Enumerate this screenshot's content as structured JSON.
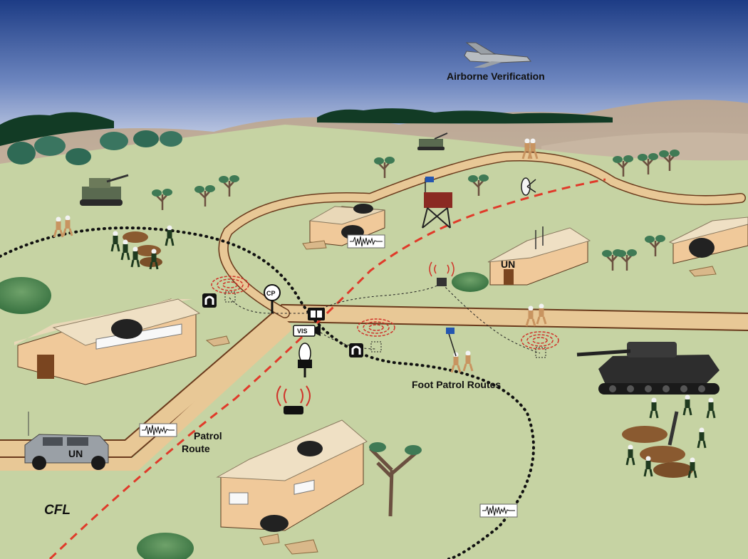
{
  "labels": {
    "airborne": "Airborne Verification",
    "foot_patrol": "Foot Patrol Routes",
    "patrol_line1": "Patrol",
    "patrol_line2": "Route",
    "cfl": "CFL",
    "un_building": "UN",
    "un_vehicle": "UN",
    "checkpoint": "CP",
    "vis_sensor": "VIS"
  },
  "colors": {
    "sky_top": "#1f3f86",
    "sky_bottom": "#dfe4f2",
    "grass": "#c6d3a3",
    "road": "#e8c896",
    "road_edge": "#6a3a1c",
    "cfl_line": "#e03a2a",
    "patrol_dots": "#111111",
    "sensor_waves": "#d0332a",
    "building_wall": "#f0c99a",
    "roof": "#e9d8b8",
    "un_flag": "#2456b0"
  }
}
